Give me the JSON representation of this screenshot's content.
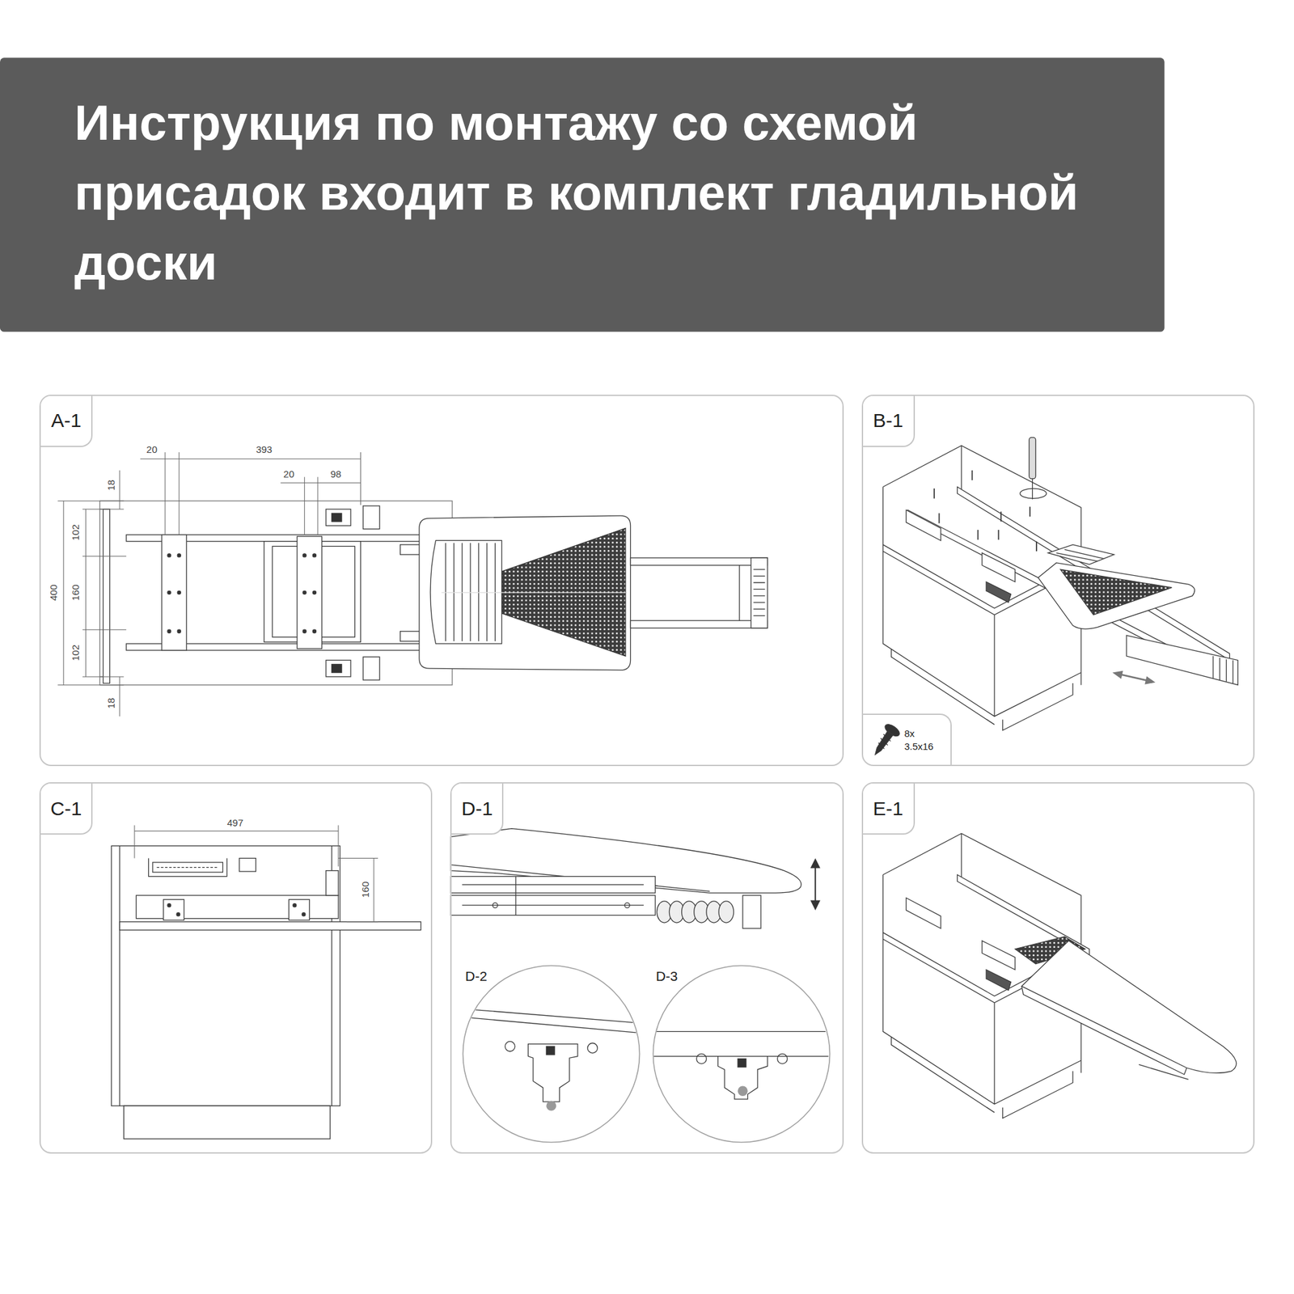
{
  "diagram": {
    "title": "Инструкция по монтажу со схемой присадок входит в комплект гладильной доски",
    "nodes": [
      {
        "text": [
          "A-1"
        ]
      },
      {
        "text": [
          "B-1"
        ]
      },
      {
        "text": [
          "8x 3.5x16"
        ],
        "in": 1
      },
      {
        "text": [
          "C-1"
        ]
      },
      {
        "text": [
          "D-1"
        ]
      },
      {
        "text": [
          "D-2"
        ],
        "in": 4
      },
      {
        "text": [
          "D-3"
        ],
        "in": 4
      },
      {
        "text": [
          "E-1"
        ]
      }
    ],
    "labels": [
      "20",
      "393",
      "20",
      "98",
      "18",
      "400",
      "102",
      "160",
      "102",
      "18",
      "497",
      "160"
    ]
  }
}
